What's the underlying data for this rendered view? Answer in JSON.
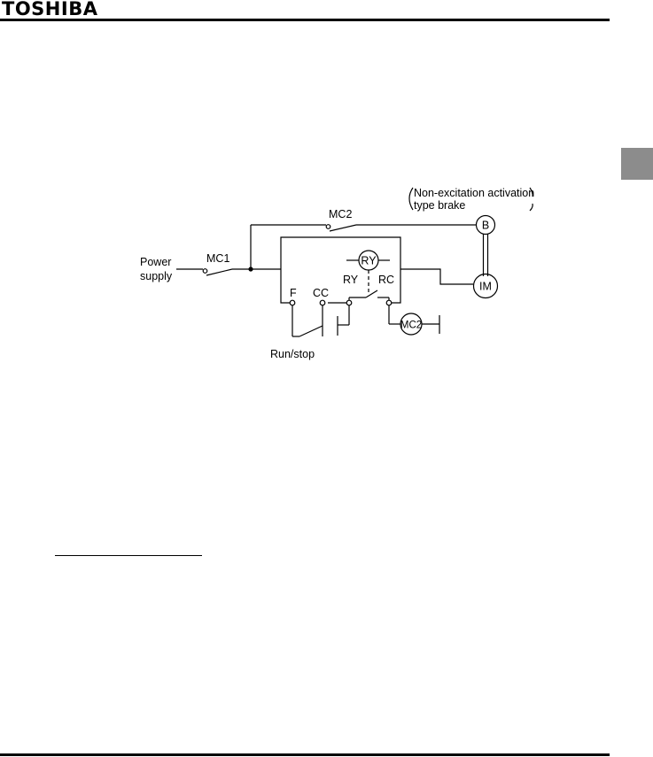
{
  "header": {
    "brand": "TOSHIBA"
  },
  "diagram": {
    "labels": {
      "power_line1": "Power",
      "power_line2": "supply",
      "mc1": "MC1",
      "mc2_contact": "MC2",
      "mc2_coil": "MC2",
      "brake_note_line1": "Non-excitation activation",
      "brake_note_line2": "type brake",
      "brake": "B",
      "motor": "IM",
      "relay": "RY",
      "ry_terminal": "RY",
      "rc_terminal": "RC",
      "f_terminal": "F",
      "cc_terminal": "CC",
      "run_stop": "Run/stop"
    }
  }
}
